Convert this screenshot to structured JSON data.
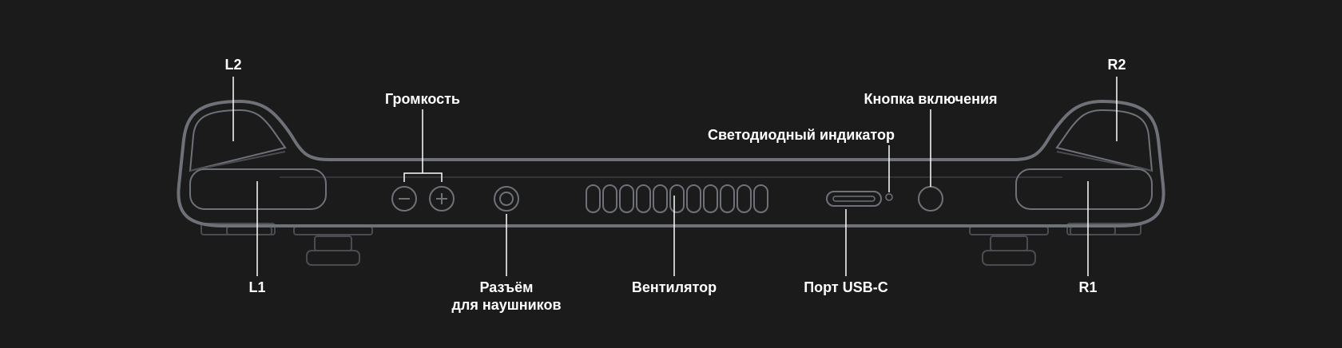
{
  "labels": {
    "l2": "L2",
    "r2": "R2",
    "volume": "Громкость",
    "power_button": "Кнопка включения",
    "led_indicator": "Светодиодный индикатор",
    "l1": "L1",
    "r1": "R1",
    "headphone_jack_line1": "Разъём",
    "headphone_jack_line2": "для наушников",
    "fan": "Вентилятор",
    "usb_port": "Порт USB-C"
  },
  "colors": {
    "background": "#1b1b1b",
    "device_outline": "#6e7178",
    "inner_outline": "#4a4c52",
    "label_text": "#ffffff",
    "leader_line": "#ffffff"
  },
  "icons": {
    "volume_down": "minus-icon",
    "volume_up": "plus-icon"
  }
}
